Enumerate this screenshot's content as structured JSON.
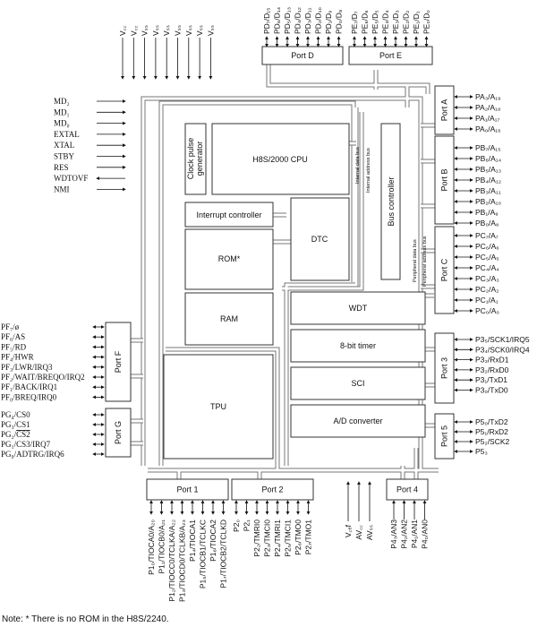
{
  "blocks": {
    "clock": "Clock pulse generator",
    "clock_l1": "Clock pulse",
    "clock_l2": "generator",
    "cpu": "H8S/2000 CPU",
    "bus_controller": "Bus controller",
    "interrupt_controller": "Interrupt controller",
    "rom": "ROM*",
    "dtc": "DTC",
    "ram": "RAM",
    "tpu": "TPU",
    "wdt": "WDT",
    "timer8": "8-bit timer",
    "sci": "SCI",
    "adc": "A/D converter"
  },
  "buses": {
    "internal_data": "Internal data bus",
    "internal_address": "Internal address bus",
    "peripheral_data": "Peripheral data bus",
    "peripheral_address": "Peripheral address bus"
  },
  "ports": {
    "D": "Port D",
    "E": "Port E",
    "A": "Port A",
    "B": "Port B",
    "C": "Port C",
    "P3": "Port 3",
    "P5": "Port 5",
    "F": "Port F",
    "G": "Port G",
    "P1": "Port 1",
    "P2": "Port 2",
    "P4": "Port 4"
  },
  "pins": {
    "power": [
      "V꜀꜀",
      "V꜀꜀",
      "Vₛₛ",
      "Vₛₛ",
      "Vₛₛ",
      "Vₛₛ",
      "Vₛₛ",
      "Vₛₛ",
      "Vₛₛ"
    ],
    "portD": [
      "PD₇/D₁₅",
      "PD₆/D₁₄",
      "PD₅/D₁₃",
      "PD₄/D₁₂",
      "PD₃/D₁₁",
      "PD₂/D₁₀",
      "PD₁/D₉",
      "PD₀/D₈"
    ],
    "portE": [
      "PE₇/D₇",
      "PE₆/D₆",
      "PE₅/D₅",
      "PE₄/D₄",
      "PE₃/D₃",
      "PE₂/D₂",
      "PE₁/D₁",
      "PE₀/D₀"
    ],
    "control": [
      "MD₂",
      "MD₁",
      "MD₀",
      "EXTAL",
      "XTAL",
      "STBY",
      "RES",
      "WDTOVF",
      "NMI"
    ],
    "portA": [
      "PA₃/A₁₉",
      "PA₂/A₁₈",
      "PA₁/A₁₇",
      "PA₀/A₁₆"
    ],
    "portB": [
      "PB₇/A₁₅",
      "PB₆/A₁₄",
      "PB₅/A₁₃",
      "PB₄/A₁₂",
      "PB₃/A₁₁",
      "PB₂/A₁₀",
      "PB₁/A₉",
      "PB₀/A₈"
    ],
    "portC": [
      "PC₇/A₇",
      "PC₆/A₆",
      "PC₅/A₅",
      "PC₄/A₄",
      "PC₃/A₃",
      "PC₂/A₂",
      "PC₁/A₁",
      "PC₀/A₀"
    ],
    "port3": [
      "P3₅/SCK1/IRQ5",
      "P3₄/SCK0/IRQ4",
      "P3₃/RxD1",
      "P3₂/RxD0",
      "P3₁/TxD1",
      "P3₀/TxD0"
    ],
    "port5": [
      "P5₀/TxD2",
      "P5₁/RxD2",
      "P5₂/SCK2",
      "P5₃"
    ],
    "portF": [
      "PF₇/ø",
      "PF₆/AS",
      "PF₅/RD",
      "PF₄/HWR",
      "PF₃/LWR/IRQ3",
      "PF₂/WAIT/BREQO/IRQ2",
      "PF₁/BACK/IRQ1",
      "PF₀/BREQ/IRQ0"
    ],
    "portG": [
      "PG₄/CS0",
      "PG₃/CS1",
      {
        "pre": "PG₂/",
        "over": "CS2"
      },
      "PG₁/CS3/IRQ7",
      "PG₀/ADTRG/IRQ6"
    ],
    "port1": [
      "P1₀/TIOCA0/A₂₀",
      "P1₁/TIOCB0/A₂₁",
      "P1₂/TIOCC0/TCLKA/A₂₂",
      "P1₃/TIOCD0/TCLKB/A₂₃",
      "P1₄/TIOCA1",
      "P1₅/TIOCB1/TCLKC",
      "P1₆/TIOCA2",
      "P1₇/TIOCB2/TCLKD"
    ],
    "port2": [
      "P2₀",
      "P2₁",
      "P2₂/TMRI0",
      "P2₃/TMCI0",
      "P2₄/TMRI1",
      "P2₅/TMCI1",
      "P2₆/TMO0",
      "P2₇/TMO1"
    ],
    "analog": [
      "V꜀ₑf",
      "AV꜀꜀",
      "AVₛₛ"
    ],
    "port4": [
      "P4₃/AN3",
      "P4₂/AN2",
      "P4₁/AN1",
      "P4₀/AN0"
    ]
  },
  "note": "Note:  * There is no ROM in the H8S/2240."
}
